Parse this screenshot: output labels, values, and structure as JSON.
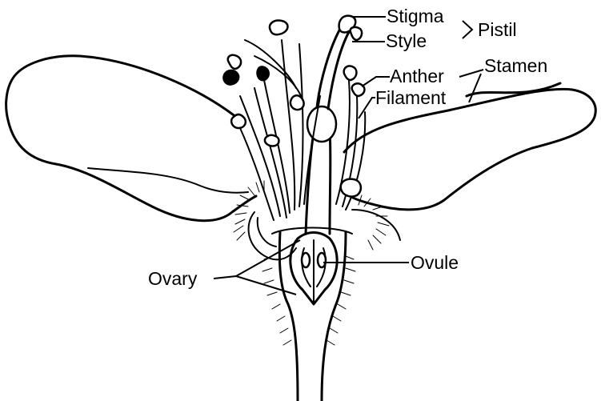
{
  "labels": {
    "stigma": "Stigma",
    "style": "Style",
    "pistil": "Pistil",
    "anther": "Anther",
    "filament": "Filament",
    "stamen": "Stamen",
    "ovary": "Ovary",
    "ovule": "Ovule"
  },
  "colors": {
    "background": "#ffffff",
    "ink": "#000000"
  }
}
